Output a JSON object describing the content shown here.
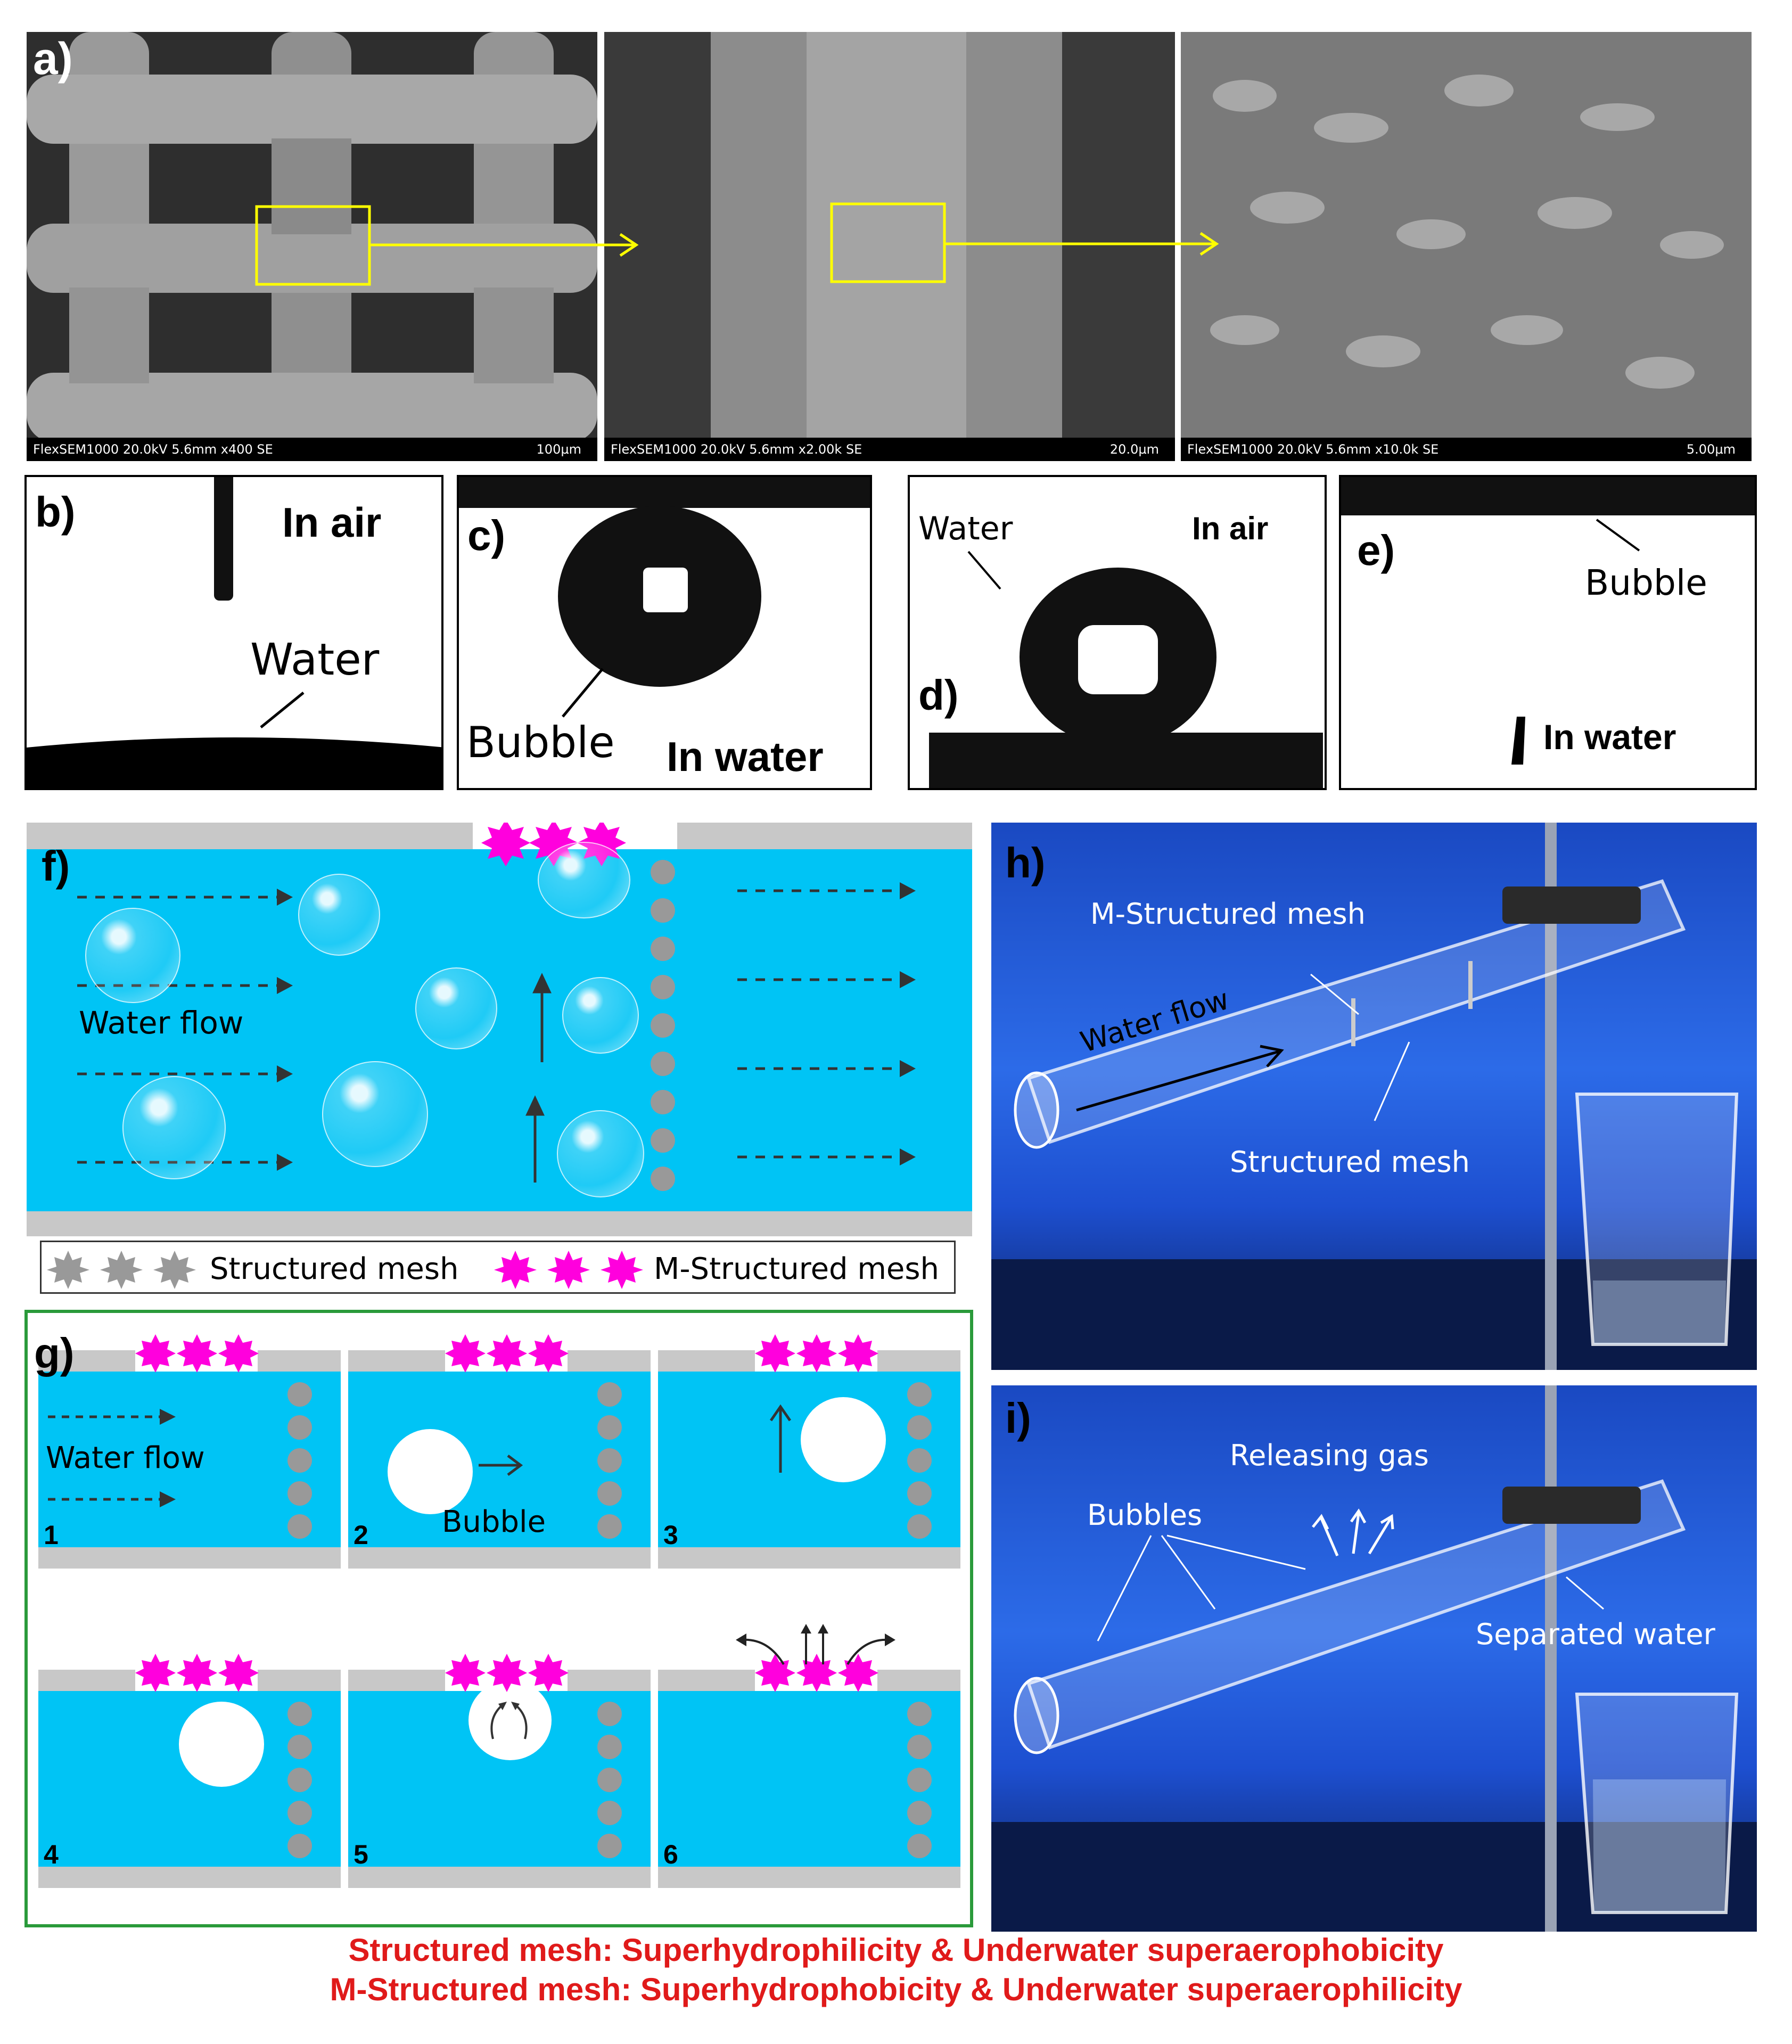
{
  "panels": {
    "a": {
      "label": "a)",
      "sem": [
        {
          "info": "FlexSEM1000 20.0kV 5.6mm x400 SE",
          "scale": "100µm"
        },
        {
          "info": "FlexSEM1000 20.0kV 5.6mm x2.00k SE",
          "scale": "20.0µm"
        },
        {
          "info": "FlexSEM1000 20.0kV 5.6mm x10.0k SE",
          "scale": "5.00µm"
        }
      ]
    },
    "b": {
      "label": "b)",
      "env": "In air",
      "water": "Water"
    },
    "c": {
      "label": "c)",
      "bubble": "Bubble",
      "env": "In water"
    },
    "d": {
      "label": "d)",
      "water": "Water",
      "env": "In air"
    },
    "e": {
      "label": "e)",
      "bubble": "Bubble",
      "env": "In water"
    },
    "f": {
      "label": "f)",
      "flow": "Water  flow"
    },
    "legend": {
      "structured": "Structured mesh",
      "m_structured": "M-Structured mesh"
    },
    "g": {
      "label": "g)",
      "flow": "Water  flow",
      "bubble": "Bubble",
      "steps": [
        "1",
        "2",
        "3",
        "4",
        "5",
        "6"
      ]
    },
    "h": {
      "label": "h)",
      "m_mesh": "M-Structured mesh",
      "flow": "Water  flow",
      "mesh": "Structured mesh"
    },
    "i": {
      "label": "i)",
      "gas": "Releasing gas",
      "bubbles": "Bubbles",
      "sep": "Separated water"
    }
  },
  "footer": {
    "line1": "Structured mesh: Superhydrophilicity & Underwater superaerophobicity",
    "line2": "M-Structured mesh: Superhydrophobicity & Underwater superaerophilicity"
  },
  "colors": {
    "water": "#00c4f5",
    "mesh_grey": "#999999",
    "m_mesh_magenta": "#ff00dd",
    "callout_yellow": "#ffff00",
    "footer_red": "#e01a1a"
  }
}
